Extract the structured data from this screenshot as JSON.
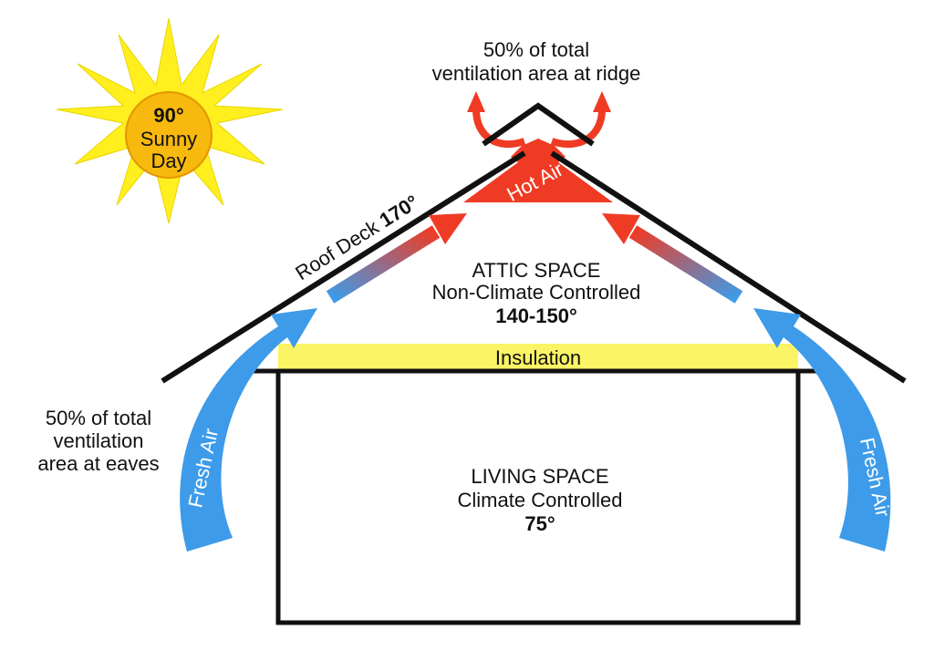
{
  "sun": {
    "temp": "90°",
    "line1": "Sunny",
    "line2": "Day"
  },
  "ridge_note": {
    "line1": "50% of total",
    "line2": "ventilation area at ridge"
  },
  "hot_air": "Hot Air",
  "roof_deck": {
    "label": "Roof Deck",
    "temp": "170°"
  },
  "attic": {
    "title": "ATTIC SPACE",
    "subtitle": "Non-Climate Controlled",
    "temp": "140-150°"
  },
  "insulation": "Insulation",
  "eaves_note": {
    "line1": "50% of total",
    "line2": "ventilation",
    "line3": "area at eaves"
  },
  "fresh_air_left": "Fresh Air",
  "fresh_air_right": "Fresh Air",
  "living": {
    "title": "LIVING SPACE",
    "subtitle": "Climate Controlled",
    "temp": "75°"
  },
  "colors": {
    "sun_rays": "#ffef1f",
    "sun_core": "#f8b90e",
    "fresh_air": "#3d9be9",
    "hot_air": "#ef3b24",
    "insulation": "#fbf465"
  }
}
